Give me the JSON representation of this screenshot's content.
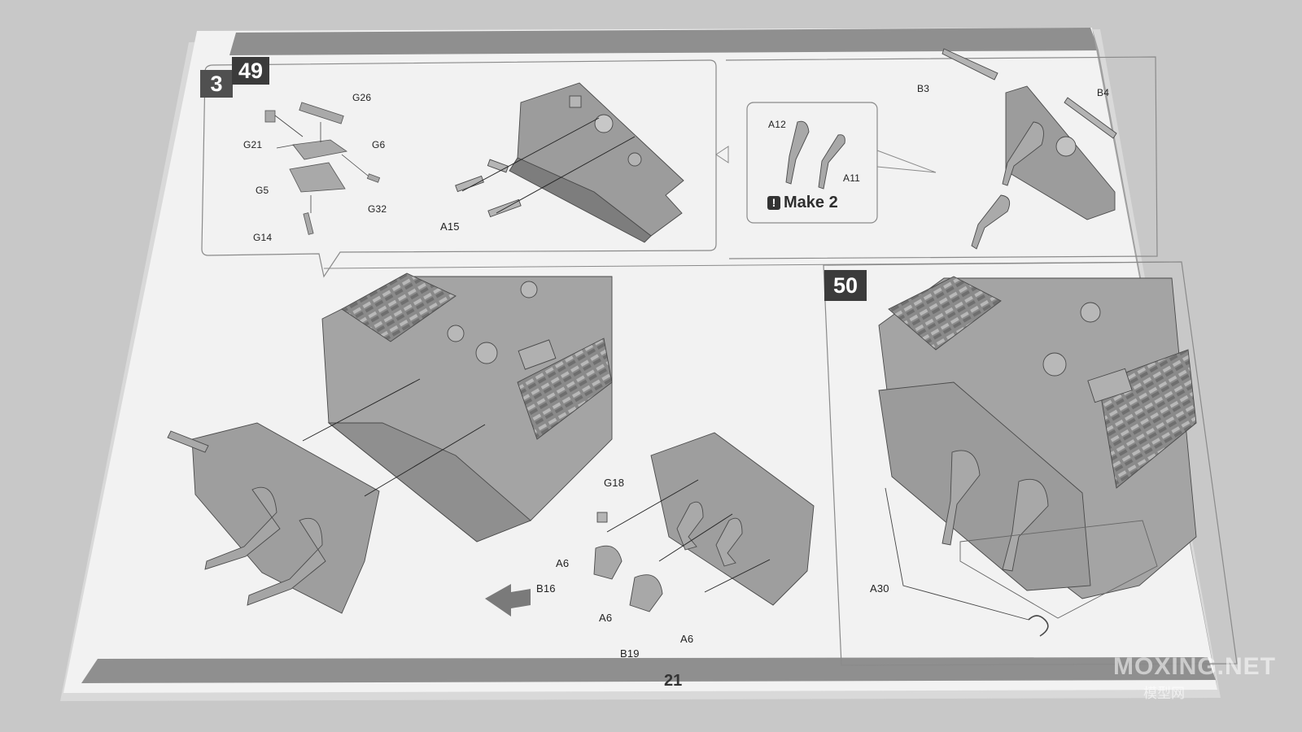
{
  "page": {
    "number": "21",
    "prev_step_fragment": "3"
  },
  "step49": {
    "number": "49",
    "labels": [
      "G26",
      "G21",
      "G6",
      "G5",
      "G32",
      "G14",
      "A15"
    ],
    "callout": {
      "labels": [
        "A12",
        "A11"
      ],
      "note": "Make 2",
      "note_icon": "exclamation-icon"
    },
    "right_labels": [
      "B3",
      "B4"
    ],
    "main_labels": [
      "G18",
      "A6",
      "B16",
      "A6",
      "B19",
      "A6"
    ]
  },
  "step50": {
    "number": "50",
    "labels": [
      "A30"
    ]
  },
  "watermark": {
    "text": "MOXING.NET",
    "sub": "模型网"
  },
  "colors": {
    "paper": "#f2f2f2",
    "band": "#8f8f8f",
    "badge": "#3b3b3b",
    "part": "#9a9a9a",
    "background": "#c8c8c8"
  }
}
